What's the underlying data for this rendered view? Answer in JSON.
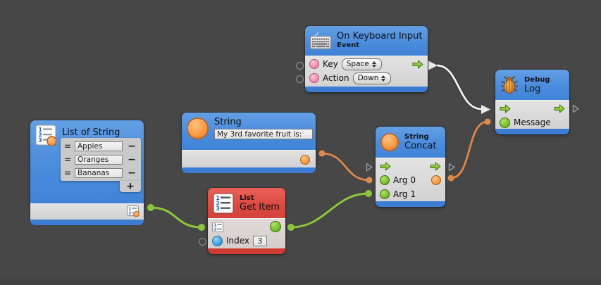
{
  "canvas": {
    "background": "#474747",
    "bottom_bar": "#414141"
  },
  "colors": {
    "header_blue": "#4B8CDC",
    "footer_blue": "#3C7CD4",
    "header_red": "#DB4A43",
    "footer_red": "#CE3A34",
    "body_gray": "#D9D9D9",
    "wire_white": "#ECECEC",
    "wire_orange": "#D8884E",
    "wire_green": "#8CC43C",
    "port_pink": "#EE82A8",
    "port_green": "#6CB320",
    "port_blue": "#2F96D8",
    "port_orange": "#F08E2E"
  },
  "icons": [
    "keyboard-icon",
    "bug-icon",
    "list-card-icon",
    "list-small-icon",
    "string-circle-icon",
    "flow-arrow-icon",
    "popup-arrows-icon"
  ],
  "nodes": {
    "keyboard_event": {
      "title": "On Keyboard Input",
      "subtitle": "Event",
      "key_label": "Key",
      "key_value": "Space",
      "action_label": "Action",
      "action_value": "Down"
    },
    "debug_log": {
      "subtitle": "Debug",
      "title": "Log",
      "message_label": "Message"
    },
    "list_of_string": {
      "title": "List of String",
      "items": [
        "Apples",
        "Oranges",
        "Bananas"
      ],
      "handle_glyph": "=",
      "remove_label": "−",
      "add_label": "+"
    },
    "string_literal": {
      "title": "String",
      "value": "My 3rd favorite fruit is:"
    },
    "get_item": {
      "subtitle": "List",
      "title": "Get Item",
      "index_label": "Index",
      "index_value": "3"
    },
    "concat": {
      "subtitle": "String",
      "title": "Concat",
      "arg0_label": "Arg 0",
      "arg1_label": "Arg 1"
    }
  }
}
